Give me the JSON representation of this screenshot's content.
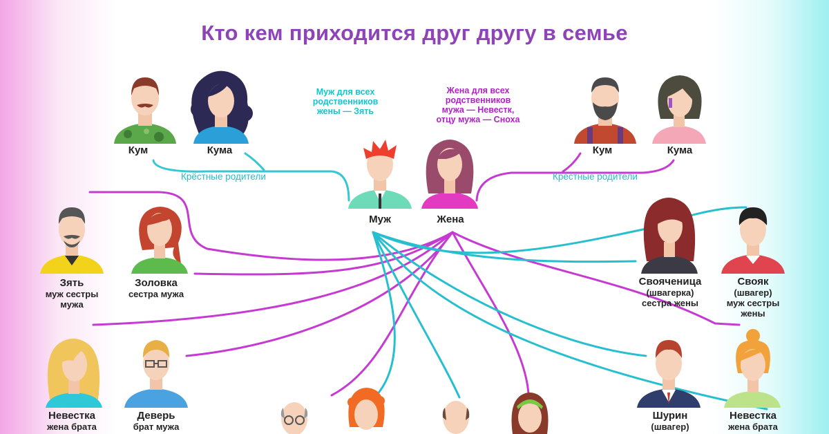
{
  "title": "Кто кем приходится друг другу в семье",
  "notes": {
    "husband": "Муж для всех\nродственников\nжены — Зять",
    "wife": "Жена для всех\nродственников\nмужа — Невестк,\nотцу мужа — Сноха"
  },
  "link_labels": {
    "left": "Крёстные родители",
    "right": "Крёстные родители"
  },
  "people": {
    "kum_left": {
      "name": "Кум"
    },
    "kuma_left": {
      "name": "Кума"
    },
    "kum_right": {
      "name": "Кум"
    },
    "kuma_right": {
      "name": "Кума"
    },
    "muzh": {
      "name": "Муж"
    },
    "zhena": {
      "name": "Жена"
    },
    "zyat": {
      "name": "Зять",
      "sub": [
        "муж сестры",
        "мужа"
      ]
    },
    "zolovka": {
      "name": "Золовка",
      "sub": [
        "сестра мужа"
      ]
    },
    "svoyachenitsa": {
      "name": "Свояченица",
      "sub": [
        "(швагерка)",
        "сестра жены"
      ]
    },
    "svoyak": {
      "name": "Свояк",
      "sub": [
        "(швагер)",
        "муж сестры",
        "жены"
      ]
    },
    "nevestka_left": {
      "name": "Невестка",
      "sub": [
        "жена брата"
      ]
    },
    "dever": {
      "name": "Деверь",
      "sub": [
        "брат мужа"
      ]
    },
    "shurin": {
      "name": "Шурин",
      "sub": [
        "(швагер)"
      ]
    },
    "nevestka_right": {
      "name": "Невестка",
      "sub": [
        "жена брата"
      ]
    }
  },
  "colors": {
    "magenta": "#c53bd1",
    "cyan": "#27bfd0",
    "title": "#8e44b8"
  }
}
